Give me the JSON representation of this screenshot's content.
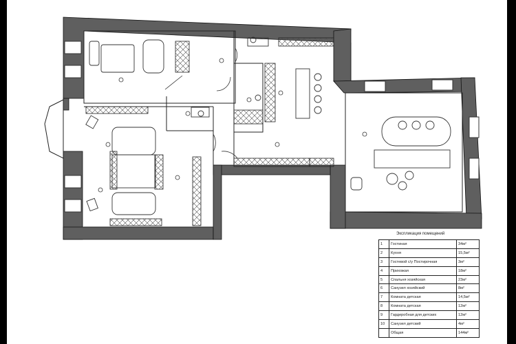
{
  "legend": {
    "title": "Экспликация помещений",
    "rows": [
      {
        "num": "1",
        "name": "Гостиная",
        "area": "34м²"
      },
      {
        "num": "2",
        "name": "Кухня",
        "area": "15,5м²"
      },
      {
        "num": "3",
        "name": "Гостевой с/у Постирочная",
        "area": "3м²"
      },
      {
        "num": "4",
        "name": "Прихожая",
        "area": "18м²"
      },
      {
        "num": "5",
        "name": "Спальня хозяйская",
        "area": "23м²"
      },
      {
        "num": "6",
        "name": "Санузел хозяйский",
        "area": "8м²"
      },
      {
        "num": "7",
        "name": "Комната детская",
        "area": "14,5м²"
      },
      {
        "num": "8",
        "name": "Комната детская",
        "area": "12м²"
      },
      {
        "num": "9",
        "name": "Гардеробная для детских",
        "area": "12м²"
      },
      {
        "num": "10",
        "name": "Санузел детский",
        "area": "4м²"
      },
      {
        "num": "",
        "name": "Общая",
        "area": "144м²"
      }
    ]
  }
}
